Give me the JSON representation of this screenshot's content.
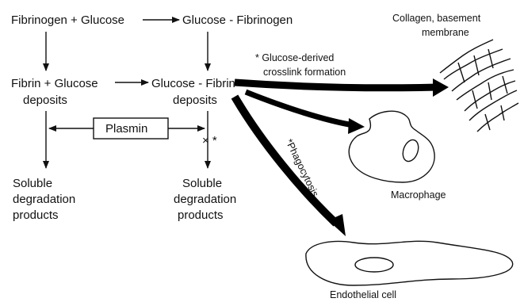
{
  "nodes": {
    "fibrinogen_glucose": "Fibrinogen + Glucose",
    "glucose_fibrinogen": "Glucose - Fibrinogen",
    "fibrin_glucose_1": "Fibrin + Glucose",
    "fibrin_glucose_2": "deposits",
    "glucose_fibrin_1": "Glucose - Fibrin",
    "glucose_fibrin_2": "deposits",
    "plasmin": "Plasmin",
    "soluble_left_1": "Soluble",
    "soluble_left_2": "degradation",
    "soluble_left_3": "products",
    "soluble_right_1": "Soluble",
    "soluble_right_2": "degradation",
    "soluble_right_3": "products",
    "block_marks": "× *",
    "collagen_1": "Collagen, basement",
    "collagen_2": "membrane",
    "crosslink_1": "* Glucose-derived",
    "crosslink_2": "crosslink formation",
    "phagocytosis": "*Phagocytosis",
    "macrophage": "Macrophage",
    "endothelial": "Endothelial  cell"
  }
}
